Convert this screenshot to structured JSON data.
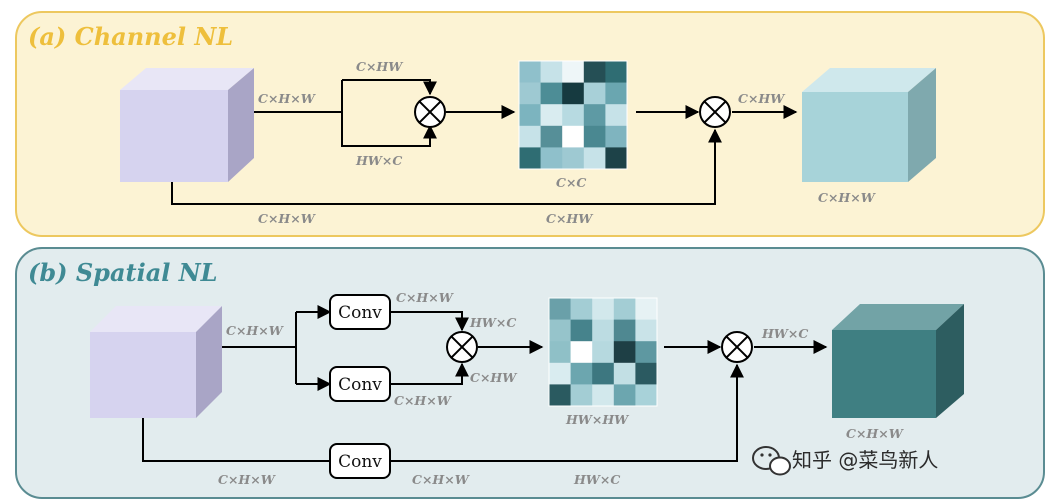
{
  "panel_a": {
    "title": "(a) Channel NL",
    "labels": {
      "input_dim": "C×H×W",
      "top_branch": "C×HW",
      "bottom_branch": "HW×C",
      "attention": "C×C",
      "skip_left": "C×H×W",
      "skip_right": "C×HW",
      "mult_out": "C×HW",
      "output": "C×H×W"
    }
  },
  "panel_b": {
    "title": "(b) Spatial NL",
    "labels": {
      "input_dim": "C×H×W",
      "conv_top_out": "C×H×W",
      "conv_bottom_out": "C×H×W",
      "to_mult_top": "HW×C",
      "to_mult_bottom": "C×HW",
      "attention": "HW×HW",
      "mult_out": "HW×C",
      "output": "C×H×W",
      "skip_left": "C×H×W",
      "skip_mid": "C×H×W",
      "skip_right": "HW×C"
    },
    "conv_label": "Conv"
  },
  "watermark": "知乎 @菜鸟新人",
  "colors": {
    "panel_a_bg": "#fcf3d4",
    "panel_a_border": "#edc85f",
    "panel_a_title": "#eebf3c",
    "panel_b_bg": "#e2ecee",
    "panel_b_border": "#5a8c92",
    "panel_b_title": "#3f8a94",
    "input_cube": "#d6d3ef",
    "output_cube_a": "#a7d3d9",
    "output_cube_b": "#3f7f82"
  },
  "heatmap_a": [
    [
      "#8fc0cb",
      "#c6e2e8",
      "#eef6f8",
      "#254f55",
      "#2f6d73"
    ],
    [
      "#9ec9d2",
      "#4d8d96",
      "#163a40",
      "#a8d0d8",
      "#6aa6b0"
    ],
    [
      "#7cb4bf",
      "#d9ecf0",
      "#b7dae1",
      "#5e9aa4",
      "#c6e2e8"
    ],
    [
      "#c6e2e8",
      "#568f98",
      "#ffffff",
      "#4a8891",
      "#7fb4bf"
    ],
    [
      "#2f6d73",
      "#8fc0cb",
      "#9ec9d2",
      "#c6e2e8",
      "#1d4248"
    ]
  ],
  "heatmap_b": [
    [
      "#6aa0a9",
      "#a3cdd4",
      "#d2e8ec",
      "#a3cdd4",
      "#e6f2f4"
    ],
    [
      "#96c4cb",
      "#46838c",
      "#bcdce2",
      "#4f8891",
      "#c9e3e8"
    ],
    [
      "#8fc0c7",
      "#ffffff",
      "#b6d9df",
      "#1e3f45",
      "#5e98a1"
    ],
    [
      "#d9ecf0",
      "#6ca6af",
      "#3d7780",
      "#c2dfe4",
      "#2b5a61"
    ],
    [
      "#2a5a60",
      "#a3cdd4",
      "#d2e8ec",
      "#6ca6af",
      "#a8d2d9"
    ]
  ]
}
